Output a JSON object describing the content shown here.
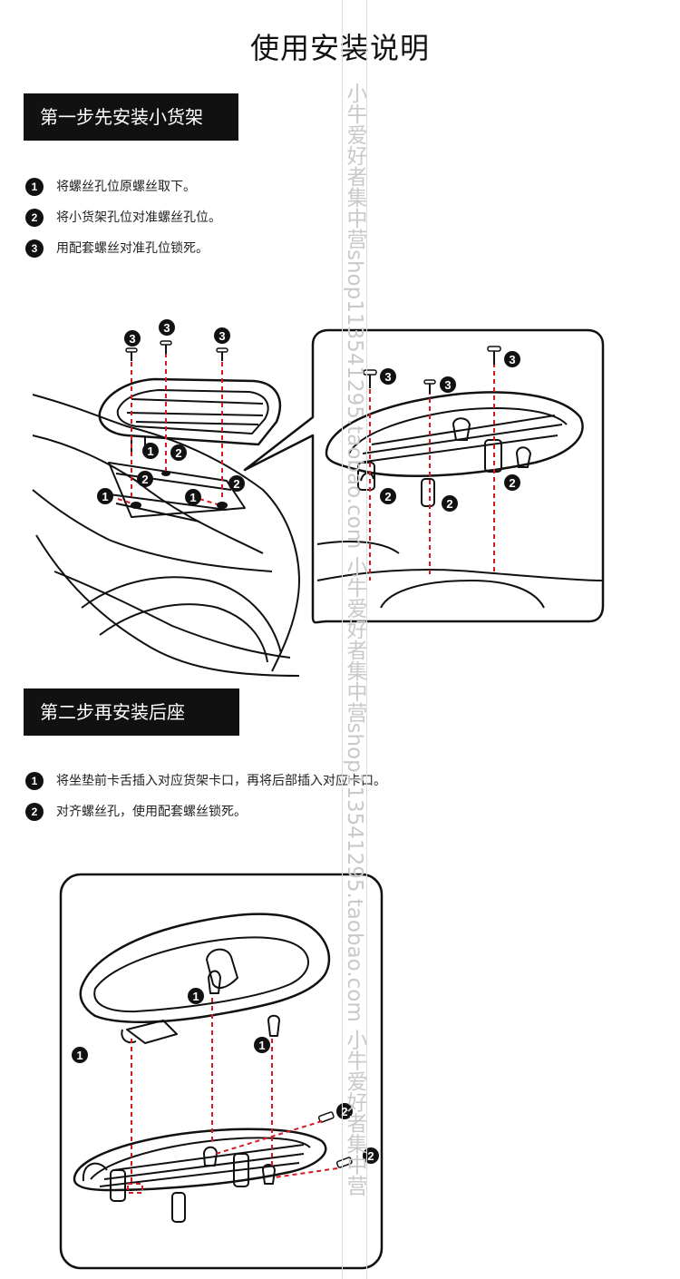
{
  "page": {
    "title": "使用安装说明"
  },
  "watermark": {
    "text": "小牛爱好者集中营shop113541295.taobao.com 小牛爱好者集中营shop113541295.taobao.com 小牛爱好者集中营"
  },
  "step1": {
    "banner": "第一步先安装小货架",
    "items": [
      {
        "num": "1",
        "text": "将螺丝孔位原螺丝取下。"
      },
      {
        "num": "2",
        "text": "将小货架孔位对准螺丝孔位。"
      },
      {
        "num": "3",
        "text": "用配套螺丝对准孔位锁死。"
      }
    ]
  },
  "step2": {
    "banner": "第二步再安装后座",
    "items": [
      {
        "num": "1",
        "text": "将坐垫前卡舌插入对应货架卡口，再将后部插入对应卡口。"
      },
      {
        "num": "2",
        "text": "对齐螺丝孔，使用配套螺丝锁死。"
      }
    ]
  },
  "markers": {
    "one": "1",
    "two": "2",
    "three": "3"
  },
  "colors": {
    "accent": "#d71a21",
    "dark": "#111111"
  }
}
